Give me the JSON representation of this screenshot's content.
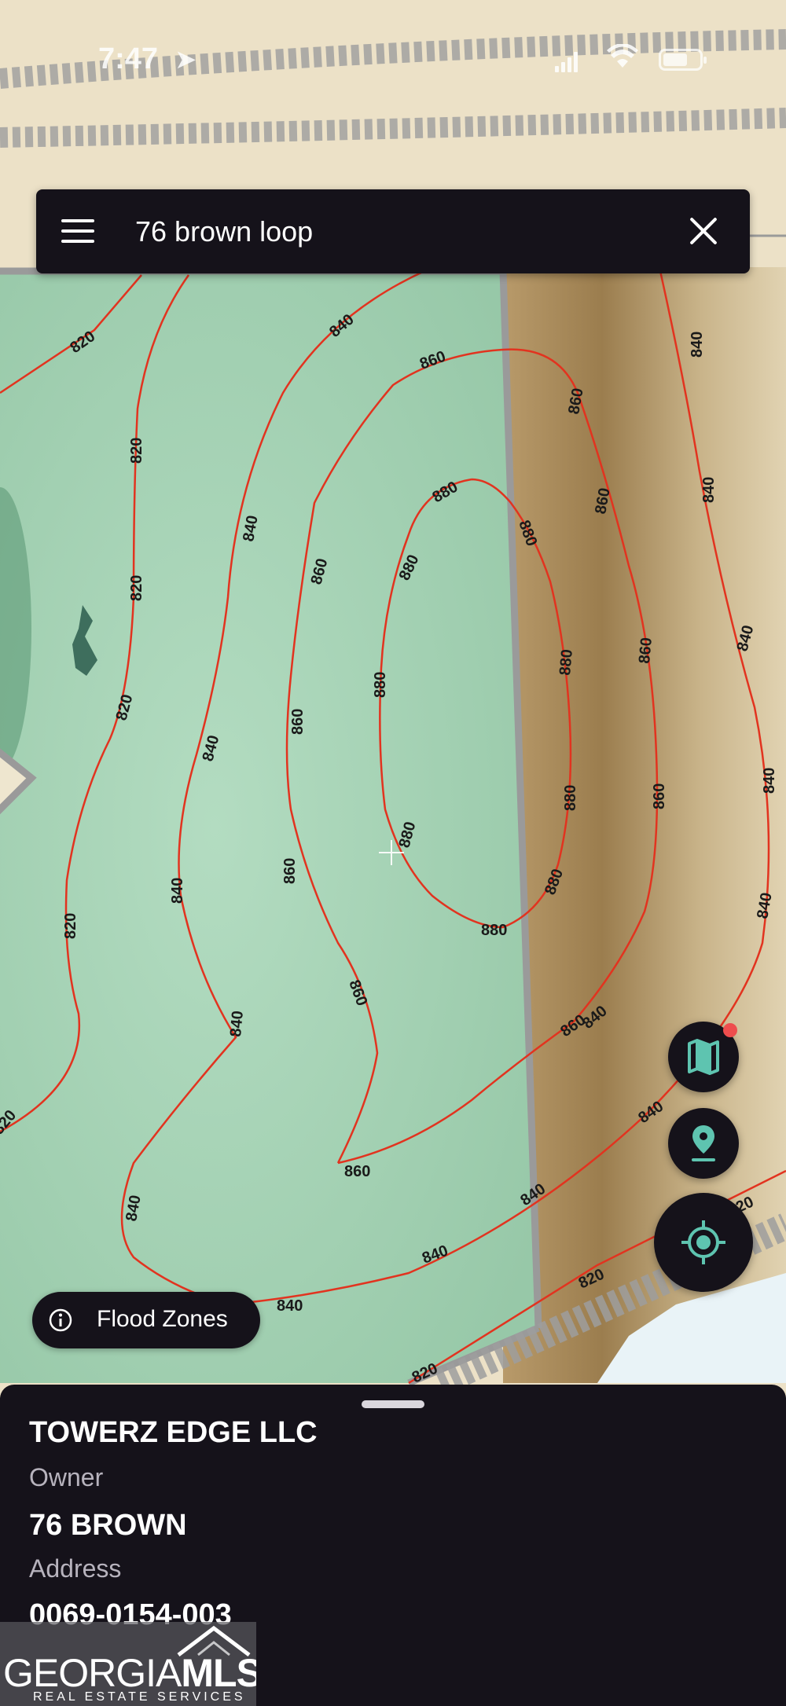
{
  "status_bar": {
    "time": "7:47"
  },
  "search": {
    "value": "76 brown loop"
  },
  "map": {
    "land_color": "#a9d5b8",
    "terrain_color": "#a8875a",
    "contour_color": "#e2331f",
    "parcel_line_color": "#9a9a9a",
    "contour_labels": [
      "820",
      "820",
      "820",
      "820",
      "820",
      "820",
      "820",
      "820",
      "820",
      "840",
      "840",
      "840",
      "840",
      "840",
      "840",
      "840",
      "840",
      "840",
      "840",
      "840",
      "840",
      "840",
      "840",
      "840",
      "840",
      "860",
      "860",
      "860",
      "860",
      "860",
      "860",
      "860",
      "860",
      "860",
      "860",
      "860",
      "860",
      "880",
      "880",
      "880",
      "880",
      "880",
      "880",
      "880",
      "880",
      "880"
    ]
  },
  "controls": {
    "layers_icon": "map-icon",
    "pin_icon": "location-pin-icon",
    "locate_icon": "crosshair-icon",
    "badge_color": "#ee4d4d"
  },
  "flood_chip": {
    "label": "Flood Zones"
  },
  "sheet": {
    "owner_name": "TOWERZ EDGE LLC",
    "owner_label": "Owner",
    "address": "76 BROWN",
    "address_label": "Address",
    "parcel_id": "0069-0154-003"
  },
  "watermark": {
    "brand_left": "GEORGIA",
    "brand_right": "MLS",
    "sub": "REAL ESTATE SERVICES"
  }
}
